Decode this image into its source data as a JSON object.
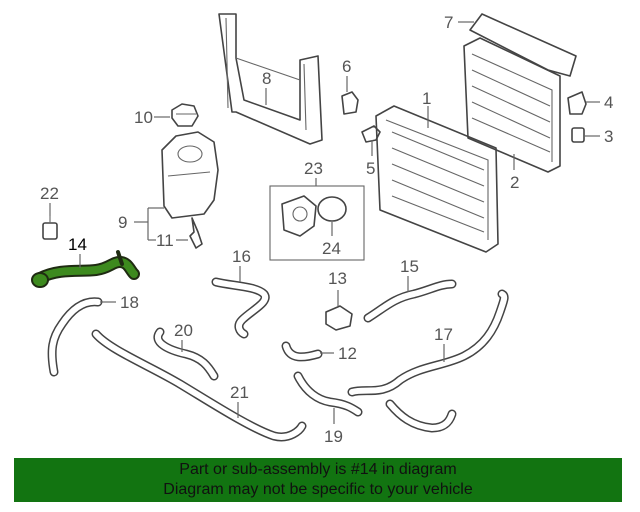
{
  "labels": {
    "l1": "1",
    "l2": "2",
    "l3": "3",
    "l4": "4",
    "l5": "5",
    "l6": "6",
    "l7": "7",
    "l8": "8",
    "l9": "9",
    "l10": "10",
    "l11": "11",
    "l12": "12",
    "l13": "13",
    "l14": "14",
    "l15": "15",
    "l16": "16",
    "l17": "17",
    "l18": "18",
    "l19": "19",
    "l20": "20",
    "l21": "21",
    "l22": "22",
    "l23": "23",
    "l24": "24"
  },
  "colors": {
    "highlight_part": "#3d8a1e",
    "banner": "#127411"
  },
  "banner": {
    "line1": "Part or sub-assembly is #14 in diagram",
    "line2": "Diagram may not be specific to your vehicle"
  }
}
